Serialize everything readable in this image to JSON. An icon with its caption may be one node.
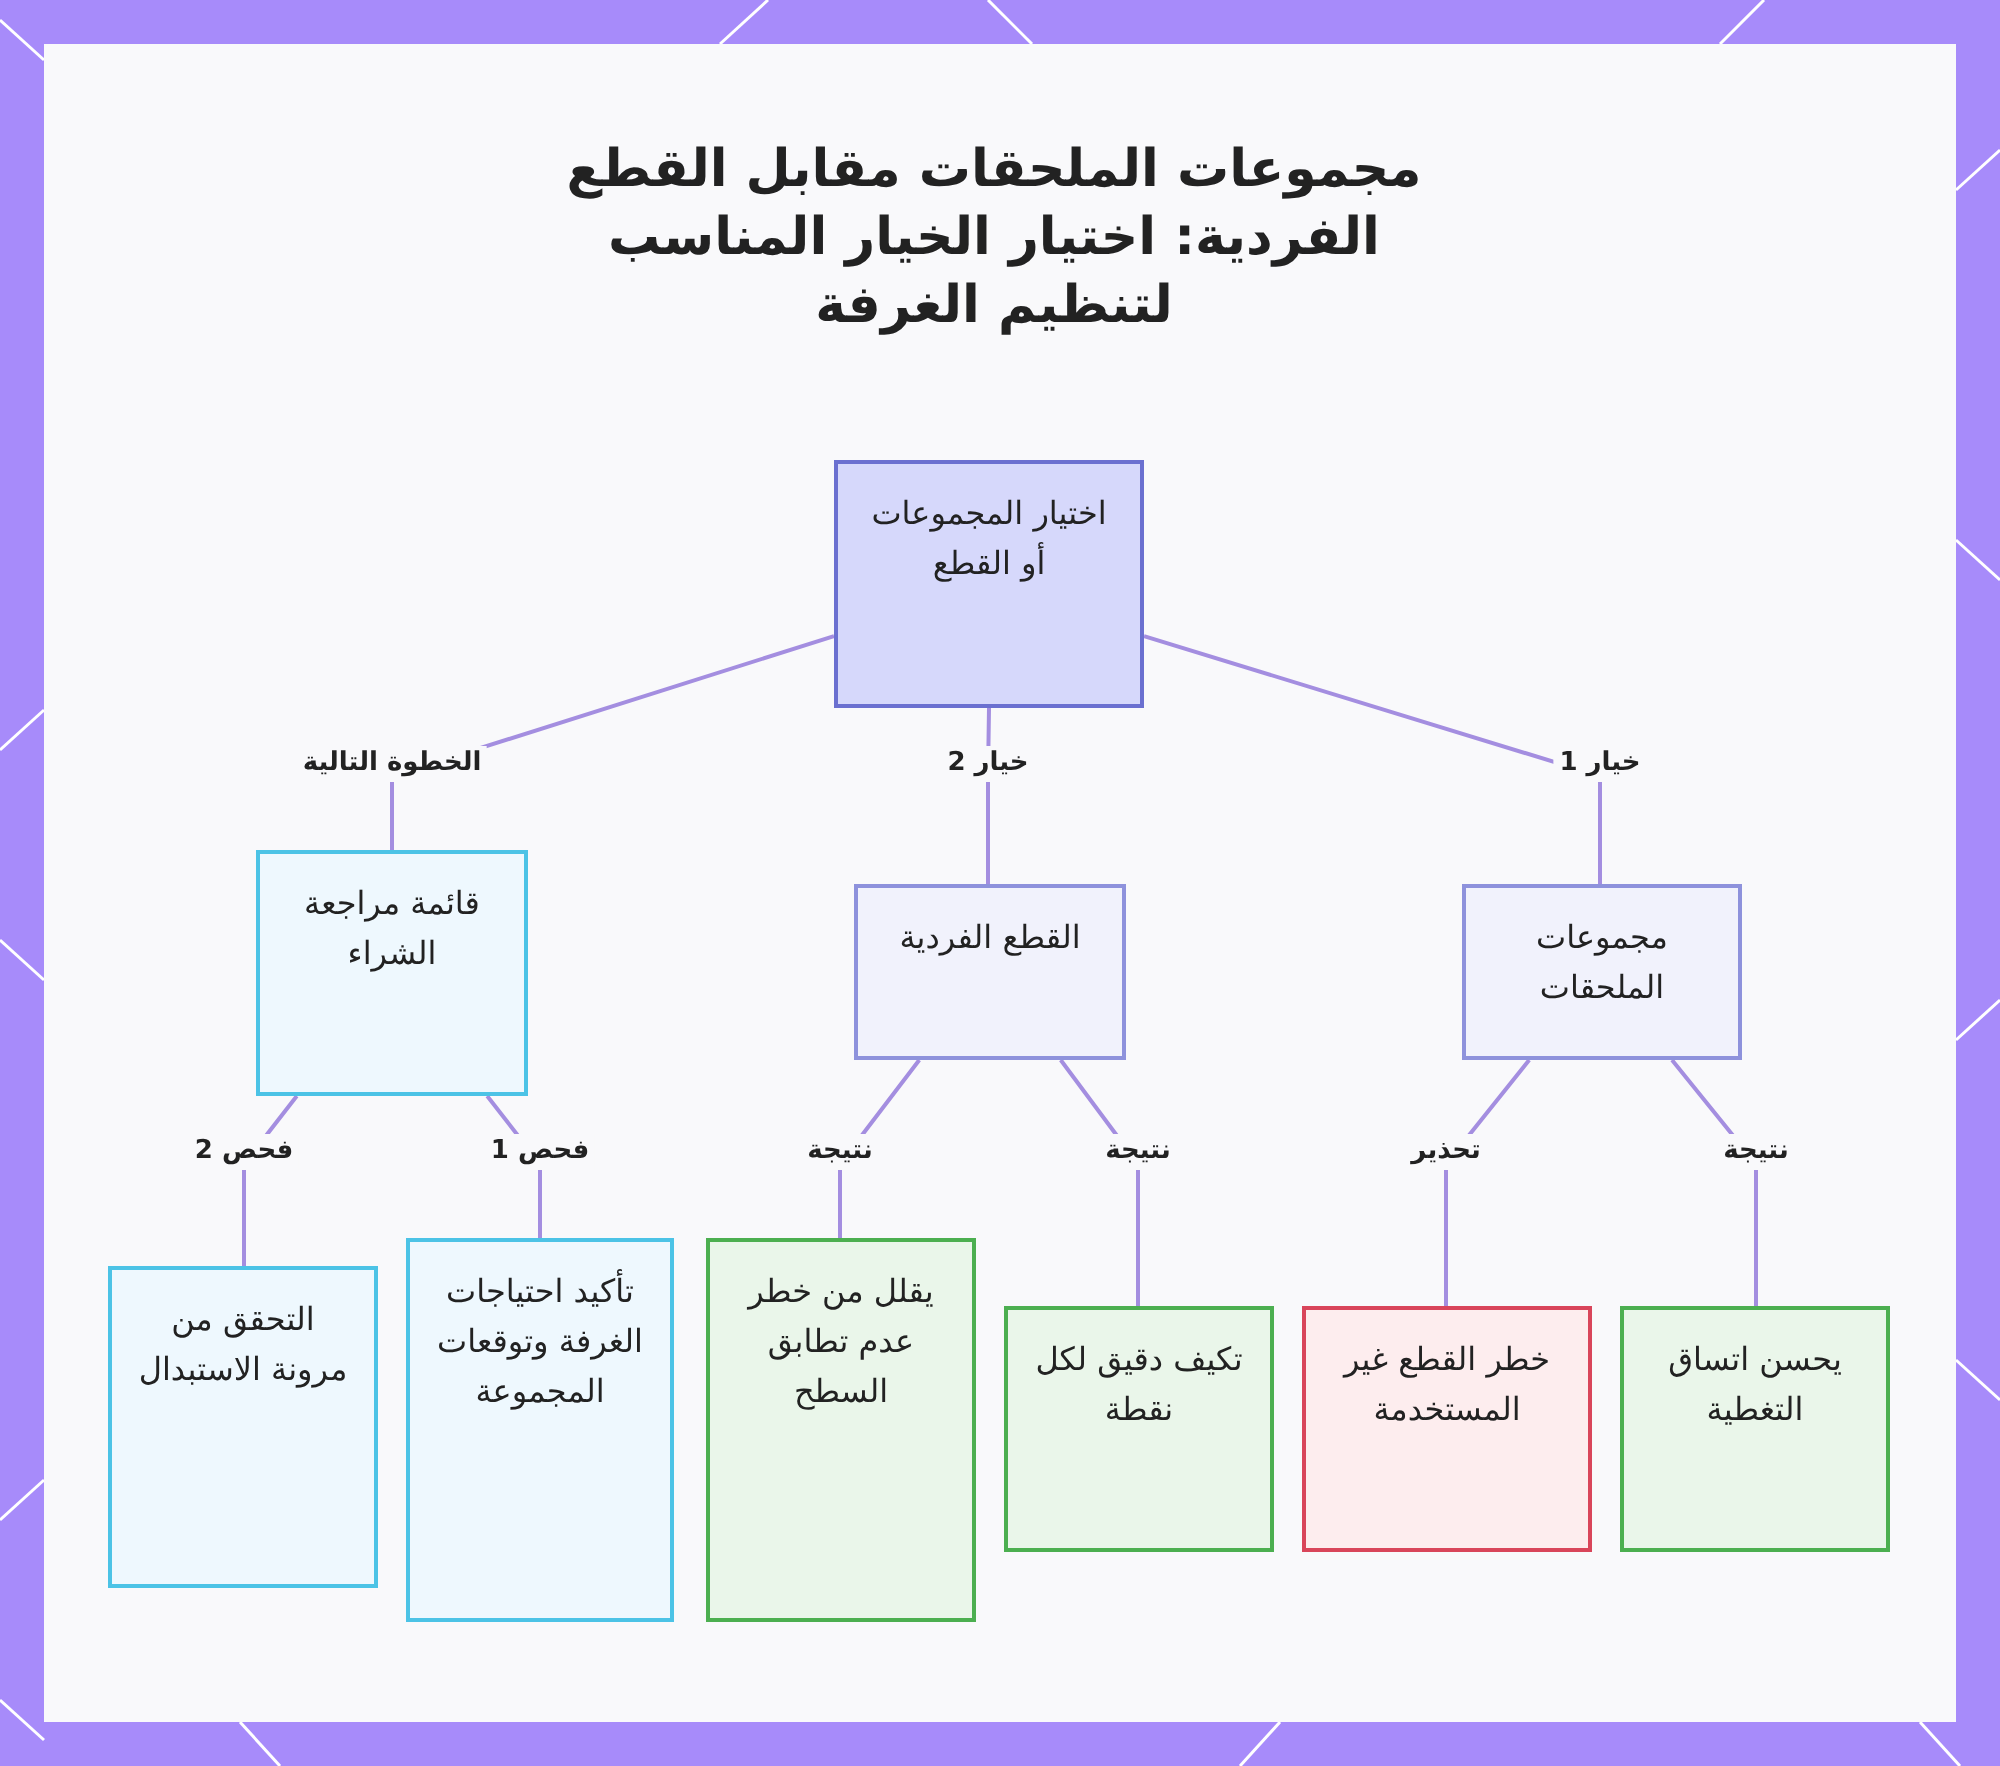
{
  "diagram": {
    "title": "مجموعات الملحقات مقابل القطع الفردية: اختيار الخيار المناسب لتنظيم الغرفة",
    "nodes": [
      {
        "text": [
          "اختيار المجموعات أو القطع"
        ]
      },
      {
        "text": [
          "قائمة مراجعة الشراء"
        ]
      },
      {
        "text": [
          "القطع الفردية"
        ]
      },
      {
        "text": [
          "مجموعات الملحقات"
        ]
      },
      {
        "text": [
          "التحقق من مرونة الاستبدال"
        ]
      },
      {
        "text": [
          "تأكيد احتياجات الغرفة وتوقعات المجموعة"
        ]
      },
      {
        "text": [
          "يقلل من خطر عدم تطابق السطح"
        ]
      },
      {
        "text": [
          "تكيف دقيق لكل نقطة"
        ]
      },
      {
        "text": [
          "خطر القطع غير المستخدمة"
        ]
      },
      {
        "text": [
          "يحسن اتساق التغطية"
        ]
      }
    ],
    "edges": [
      {
        "from": 0,
        "to": 3,
        "arrow": "none",
        "label": "خيار 1"
      },
      {
        "from": 0,
        "to": 2,
        "arrow": "none",
        "label": "خيار 2"
      },
      {
        "from": 0,
        "to": 1,
        "arrow": "none",
        "label": "الخطوة التالية"
      },
      {
        "from": 3,
        "to": 9,
        "arrow": "none",
        "label": "نتيجة"
      },
      {
        "from": 3,
        "to": 8,
        "arrow": "none",
        "label": "تحذير"
      },
      {
        "from": 2,
        "to": 7,
        "arrow": "none",
        "label": "نتيجة"
      },
      {
        "from": 2,
        "to": 6,
        "arrow": "none",
        "label": "نتيجة"
      },
      {
        "from": 1,
        "to": 5,
        "arrow": "none",
        "label": "فحص 1"
      },
      {
        "from": 1,
        "to": 4,
        "arrow": "none",
        "label": "فحص 2"
      }
    ]
  }
}
